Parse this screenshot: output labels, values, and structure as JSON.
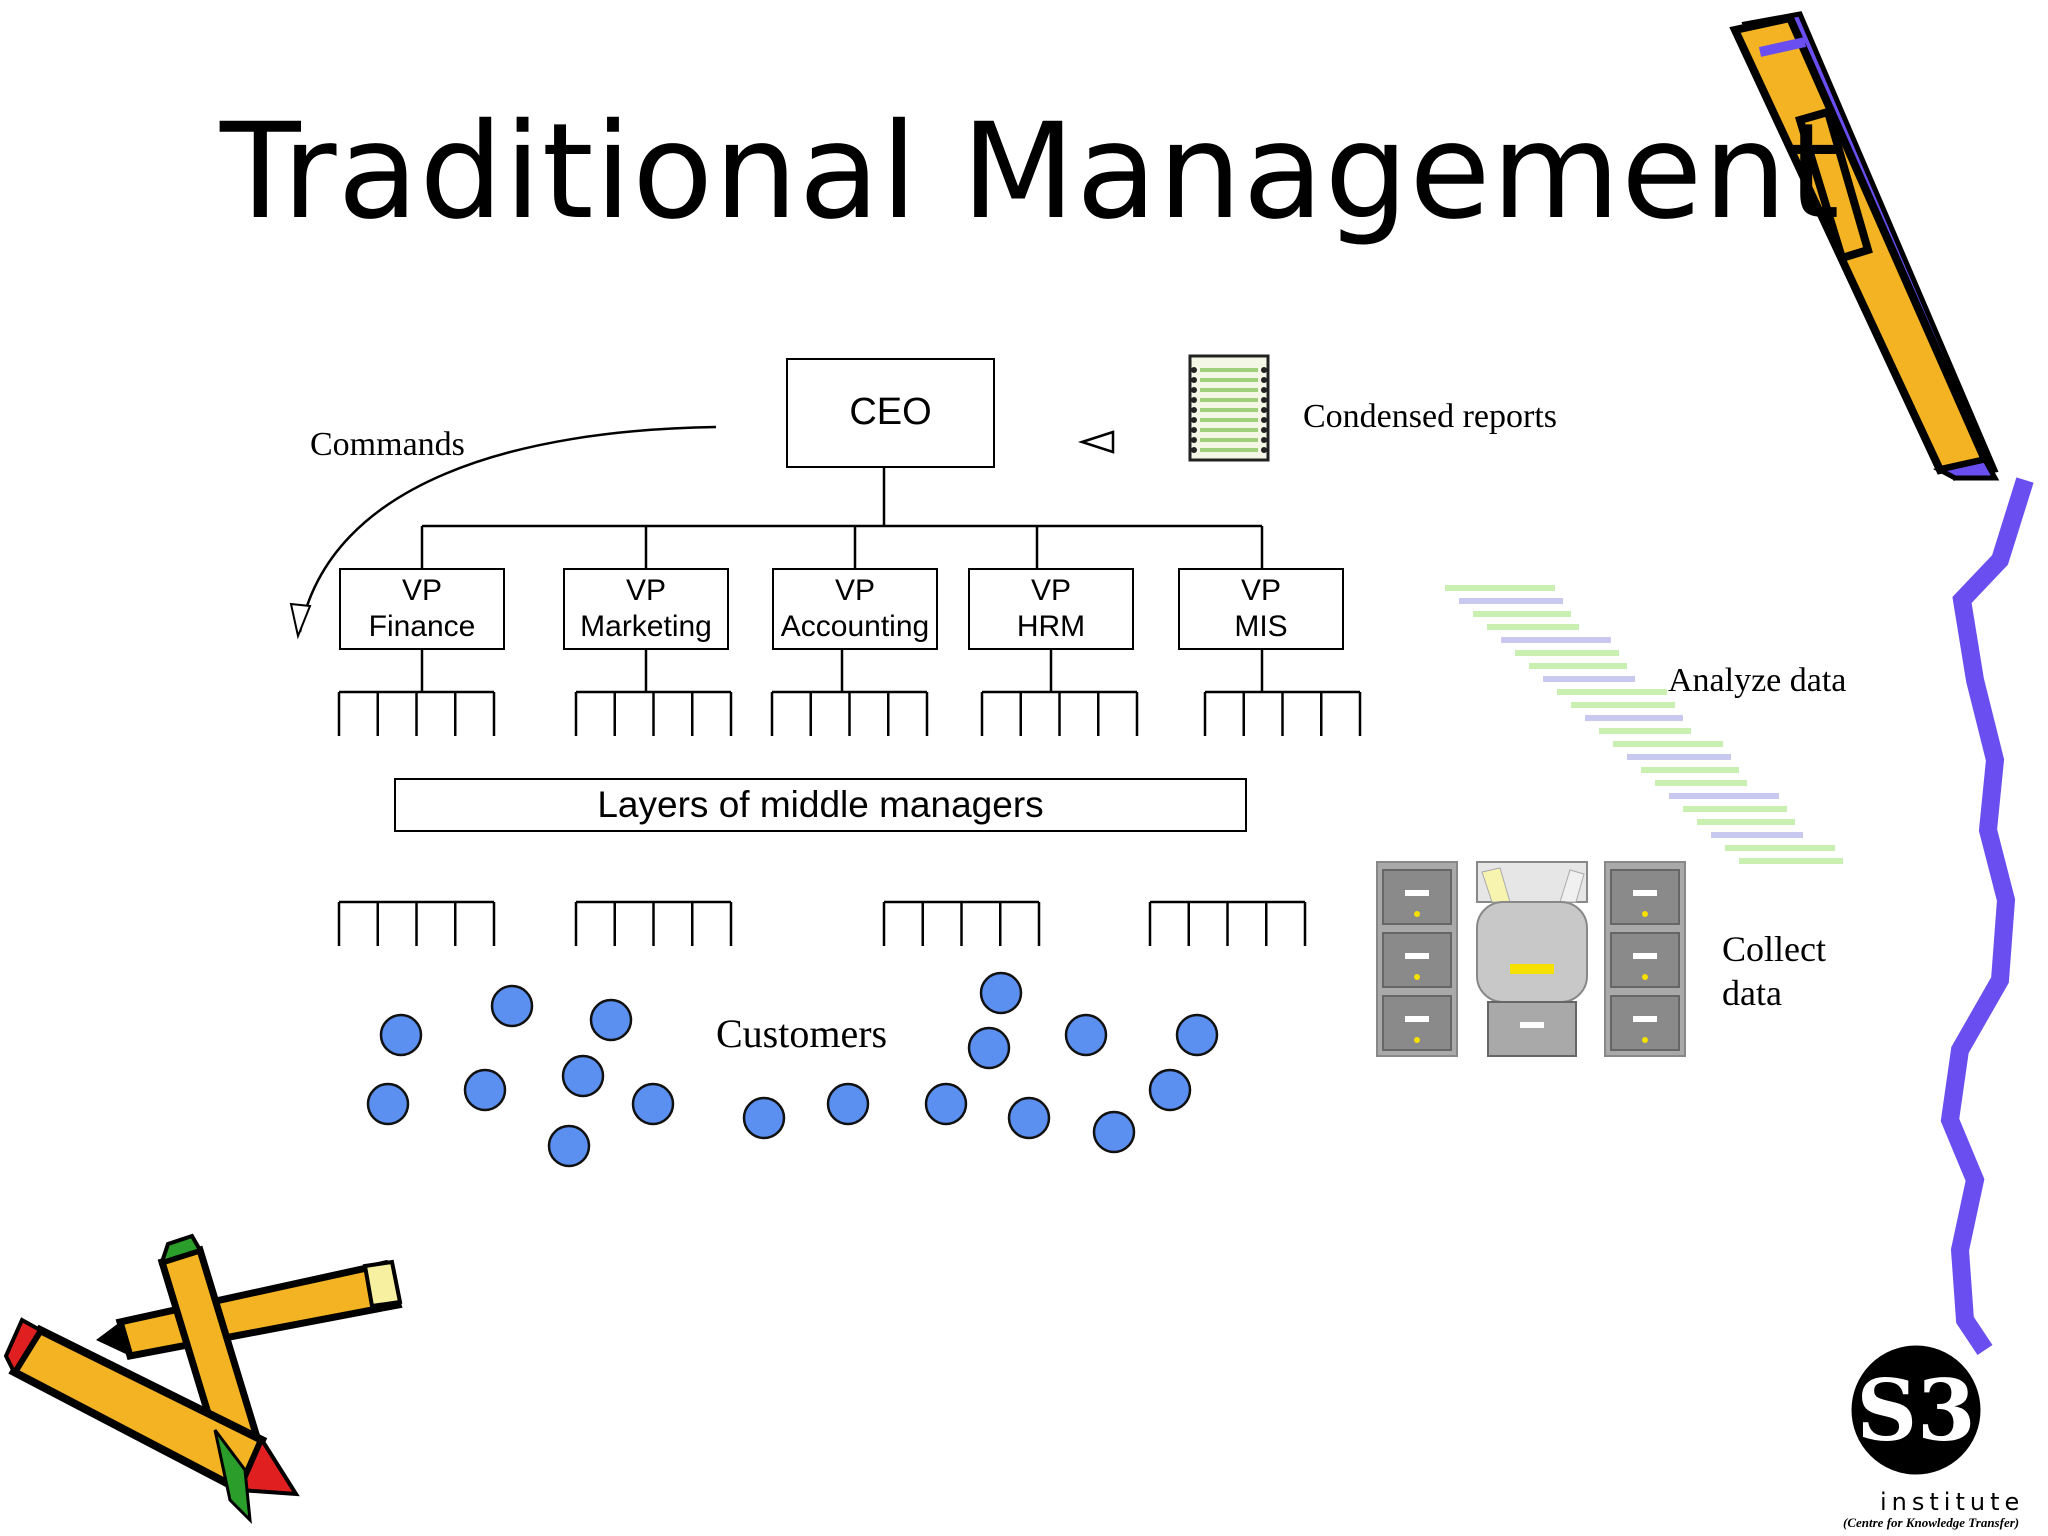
{
  "slide": {
    "title": "Traditional Management"
  },
  "org_chart": {
    "ceo": "CEO",
    "vps": [
      {
        "line1": "VP",
        "line2": "Finance"
      },
      {
        "line1": "VP",
        "line2": "Marketing"
      },
      {
        "line1": "VP",
        "line2": "Accounting"
      },
      {
        "line1": "VP",
        "line2": "HRM"
      },
      {
        "line1": "VP",
        "line2": "MIS"
      }
    ],
    "middle_layer": "Layers of middle managers",
    "commands_label": "Commands",
    "customers_label": "Customers"
  },
  "info_flow": {
    "condensed_reports": "Condensed reports",
    "analyze_data": "Analyze data",
    "collect_line1": "Collect",
    "collect_line2": "data"
  },
  "logo": {
    "mark": "S3",
    "name": "institute",
    "tagline": "(Centre for Knowledge Transfer)"
  },
  "colors": {
    "customer_dot": "#5b8ff0",
    "pencil_body": "#f3b323",
    "pencil_accent": "#6b4ef0",
    "squiggle": "#6b4ef0",
    "cabinet": "#a9a9a9",
    "report_green": "#c9f0b0",
    "report_lavender": "#c8c8f0"
  }
}
